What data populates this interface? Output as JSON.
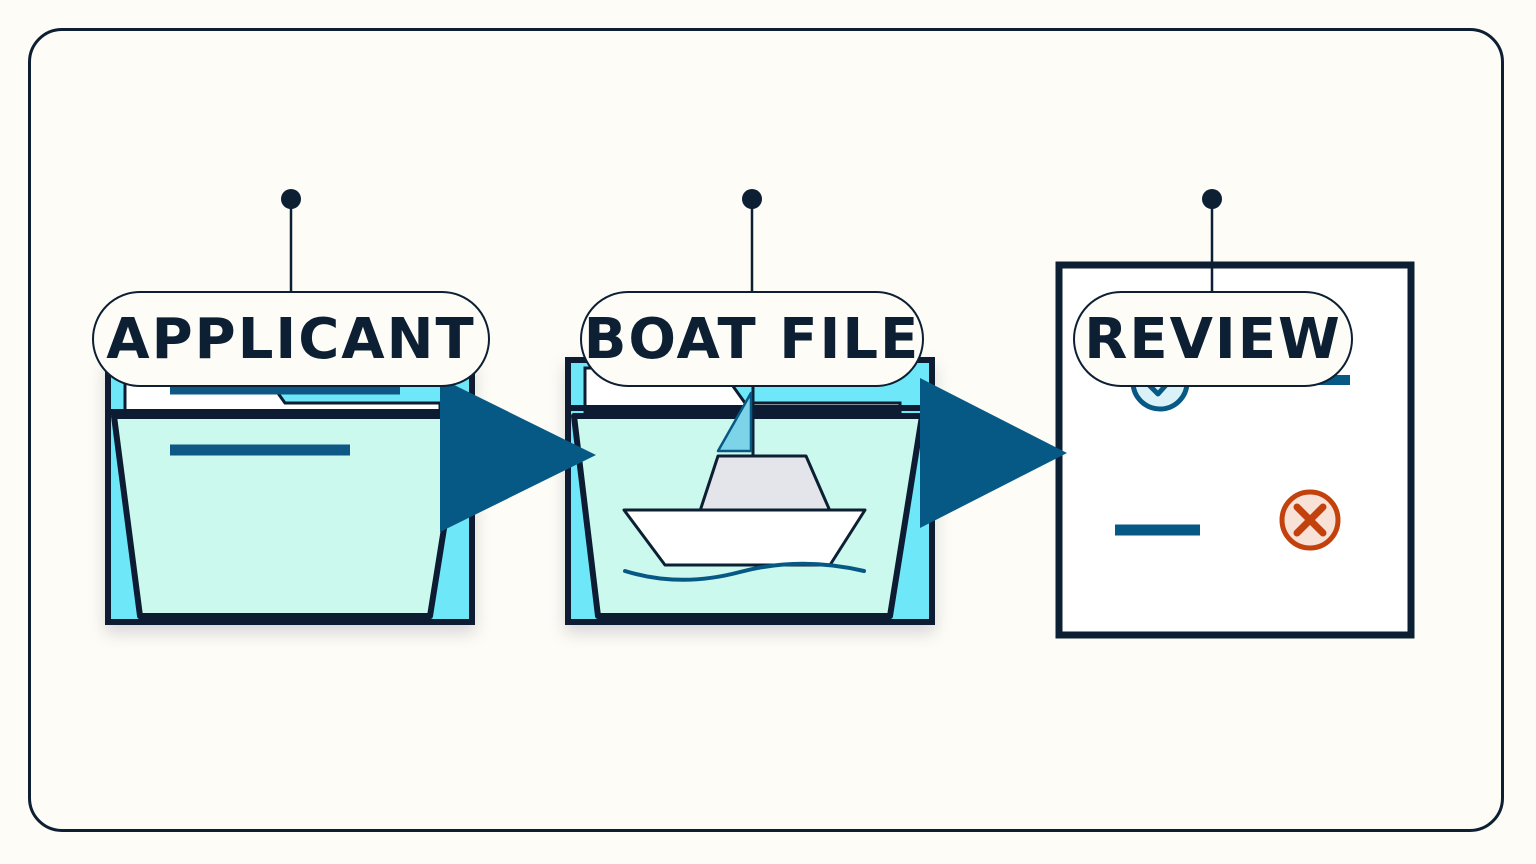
{
  "steps": [
    {
      "id": "applicant",
      "label": "APPLICANT"
    },
    {
      "id": "boat_file",
      "label": "BOAT FILE"
    },
    {
      "id": "review",
      "label": "REVIEW"
    }
  ],
  "colors": {
    "outline": "#0c1f33",
    "background": "#fdfcf7",
    "folder_back": "#6ee7f9",
    "folder_front": "#ccf9ee",
    "arrow": "#075985",
    "line_accent": "#075985",
    "reject": "#c2410c",
    "reject_fill": "#f8e1d6",
    "boat_cabin": "#e3e5ea",
    "boat_hull": "#ffffff"
  },
  "icons": [
    "folder-icon",
    "boat-icon",
    "arrow-icon",
    "checkmark-icon",
    "reject-x-icon"
  ]
}
